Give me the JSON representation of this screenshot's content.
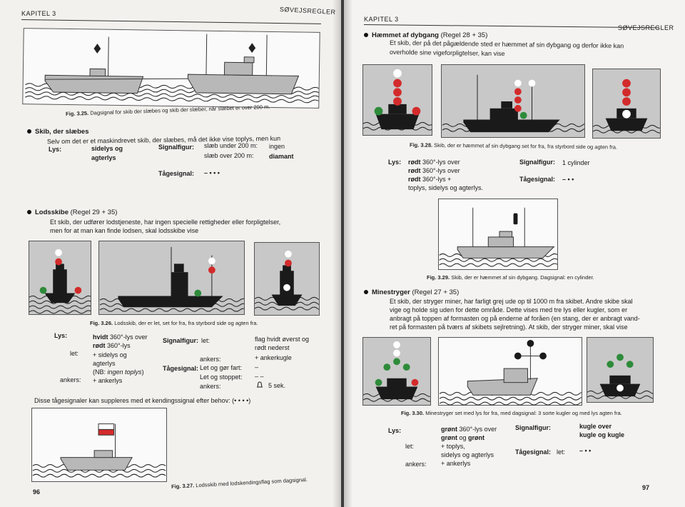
{
  "left": {
    "header_chapter": "KAPITEL 3",
    "header_title": "SØVEJSREGLER",
    "fig325_caption_num": "Fig. 3.25.",
    "fig325_caption": "Dagsignal for skib der slæbes og skib der slæber, når slæbet er over 200 m.",
    "sec1_title": "Skib, der slæbes",
    "sec1_text": "Selv om det er et maskindrevet skib, der slæbes, må det ikke vise toplys, men kun",
    "sec1_lys_label": "Lys:",
    "sec1_lys_val1": "sidelys og",
    "sec1_lys_val2": "agterlys",
    "sec1_signal_label": "Signalfigur:",
    "sec1_signal_row1": "slæb under 200 m:",
    "sec1_signal_row1_val": "ingen",
    "sec1_signal_row2": "slæb over 200 m:",
    "sec1_signal_row2_val": "diamant",
    "sec1_tage_label": "Tågesignal:",
    "sec1_tage_val": "– • • •",
    "sec2_title": "Lodsskibe",
    "sec2_reg": "(Regel 29 + 35)",
    "sec2_text1": "Et skib, der udfører lodstjeneste, har ingen specielle rettigheder eller forpligtelser,",
    "sec2_text2": "men for at man kan finde lodsen, skal lodsskibe vise",
    "fig326_caption_num": "Fig. 3.26.",
    "fig326_caption": "Lodsskib, der er let, set for fra, fra styrbord side og agten fra.",
    "sec2_lys_label": "Lys:",
    "sec2_lys_val1a": "hvidt",
    "sec2_lys_val1b": "360°-lys over",
    "sec2_lys_val2a": "rødt",
    "sec2_lys_val2b": "360°-lys",
    "sec2_let_label": "let:",
    "sec2_lys_val3": "+ sidelys og",
    "sec2_lys_val4": "agterlys",
    "sec2_lys_val5a": "(NB: ",
    "sec2_lys_val5b": "ingen toplys",
    "sec2_lys_val5c": ")",
    "sec2_ankers_label": "ankers:",
    "sec2_lys_val6": "+ ankerlys",
    "sec2_signal_label": "Signalfigur:",
    "sec2_signal_let": "let:",
    "sec2_signal_val1": "flag hvidt øverst og",
    "sec2_signal_val2": "rødt nederst",
    "sec2_signal_ankers": "ankers:",
    "sec2_signal_ankers_val": "+ ankerkugle",
    "sec2_tage_label": "Tågesignal:",
    "sec2_tage_row1": "Let og gør fart:",
    "sec2_tage_row1_val": "–",
    "sec2_tage_row2": "Let og stoppet:",
    "sec2_tage_row2_val": "– –",
    "sec2_tage_row3": "ankers:",
    "sec2_tage_row3_val": "5 sek.",
    "sec2_extra": "Disse tågesignaler kan suppleres med et kendingssignal efter behov: (• • • •)",
    "fig327_caption_num": "Fig. 3.27.",
    "fig327_caption": "Lodsskib med lodskendingsflag som dagsignal.",
    "page_number": "96"
  },
  "right": {
    "header_chapter": "KAPITEL 3",
    "header_title": "SØVEJSREGLER",
    "sec1_title": "Hæmmet af dybgang",
    "sec1_reg": "(Regel 28 + 35)",
    "sec1_text1": "Et skib, der på det pågældende sted er hæmmet af sin dybgang og derfor ikke kan",
    "sec1_text2": "overholde sine vigeforpligtelser, kan vise",
    "fig328_caption_num": "Fig. 3.28.",
    "fig328_caption": "Skib, der er hæmmet af sin dybgang set for fra, fra styrbord side og agten fra.",
    "sec1_lys_label": "Lys:",
    "sec1_lys_val1a": "rødt",
    "sec1_lys_val1b": "360°-lys over",
    "sec1_lys_val2a": "rødt",
    "sec1_lys_val2b": "360°-lys over",
    "sec1_lys_val3a": "rødt",
    "sec1_lys_val3b": "360°-lys +",
    "sec1_lys_val4": "toplys, sidelys og agterlys.",
    "sec1_signal_label": "Signalfigur:",
    "sec1_signal_val": "1 cylinder",
    "sec1_tage_label": "Tågesignal:",
    "sec1_tage_val": "– • •",
    "fig329_caption_num": "Fig. 3.29.",
    "fig329_caption": "Skib, der er hæmmet af sin dybgang. Dagsignal: en cylinder.",
    "sec2_title": "Minestryger",
    "sec2_reg": "(Regel 27 + 35)",
    "sec2_text1": "Et skib, der stryger miner, har farligt grej ude op til 1000 m fra skibet. Andre skibe skal",
    "sec2_text2": "vige og holde sig uden for dette område. Dette vises med tre lys eller kugler, som er",
    "sec2_text3": "anbragt på toppen af formasten og på enderne af foråen (en stang, der er anbragt vand-",
    "sec2_text4": "ret på formasten på tværs af skibets sejlretning). At skib, der stryger miner, skal vise",
    "fig330_caption_num": "Fig. 3.30.",
    "fig330_caption": "Minestryger set med lys for fra, med dagsignal: 3 sorte kugler og med lys agten fra.",
    "sec2_lys_label": "Lys:",
    "sec2_lys_val1a": "grønt",
    "sec2_lys_val1b": "360°-lys over",
    "sec2_lys_val2a": "grønt",
    "sec2_lys_val2b": "og",
    "sec2_lys_val2c": "grønt",
    "sec2_let_label": "let:",
    "sec2_lys_val3": "+ toplys,",
    "sec2_lys_val4": "sidelys og agterlys",
    "sec2_ankers_label": "ankers:",
    "sec2_lys_val5": "+ ankerlys",
    "sec2_signal_label": "Signalfigur:",
    "sec2_signal_val1": "kugle over",
    "sec2_signal_val2": "kugle og kugle",
    "sec2_tage_label": "Tågesignal:",
    "sec2_tage_let": "let:",
    "sec2_tage_val": "– • •",
    "page_number": "97"
  },
  "colors": {
    "red_light": "#d32b2b",
    "green_light": "#2e8b3a",
    "white_light": "#ffffff",
    "ship_black": "#1a1a1a",
    "ship_grey": "#b8b8b8",
    "fig_bg": "#c8c8c8"
  }
}
